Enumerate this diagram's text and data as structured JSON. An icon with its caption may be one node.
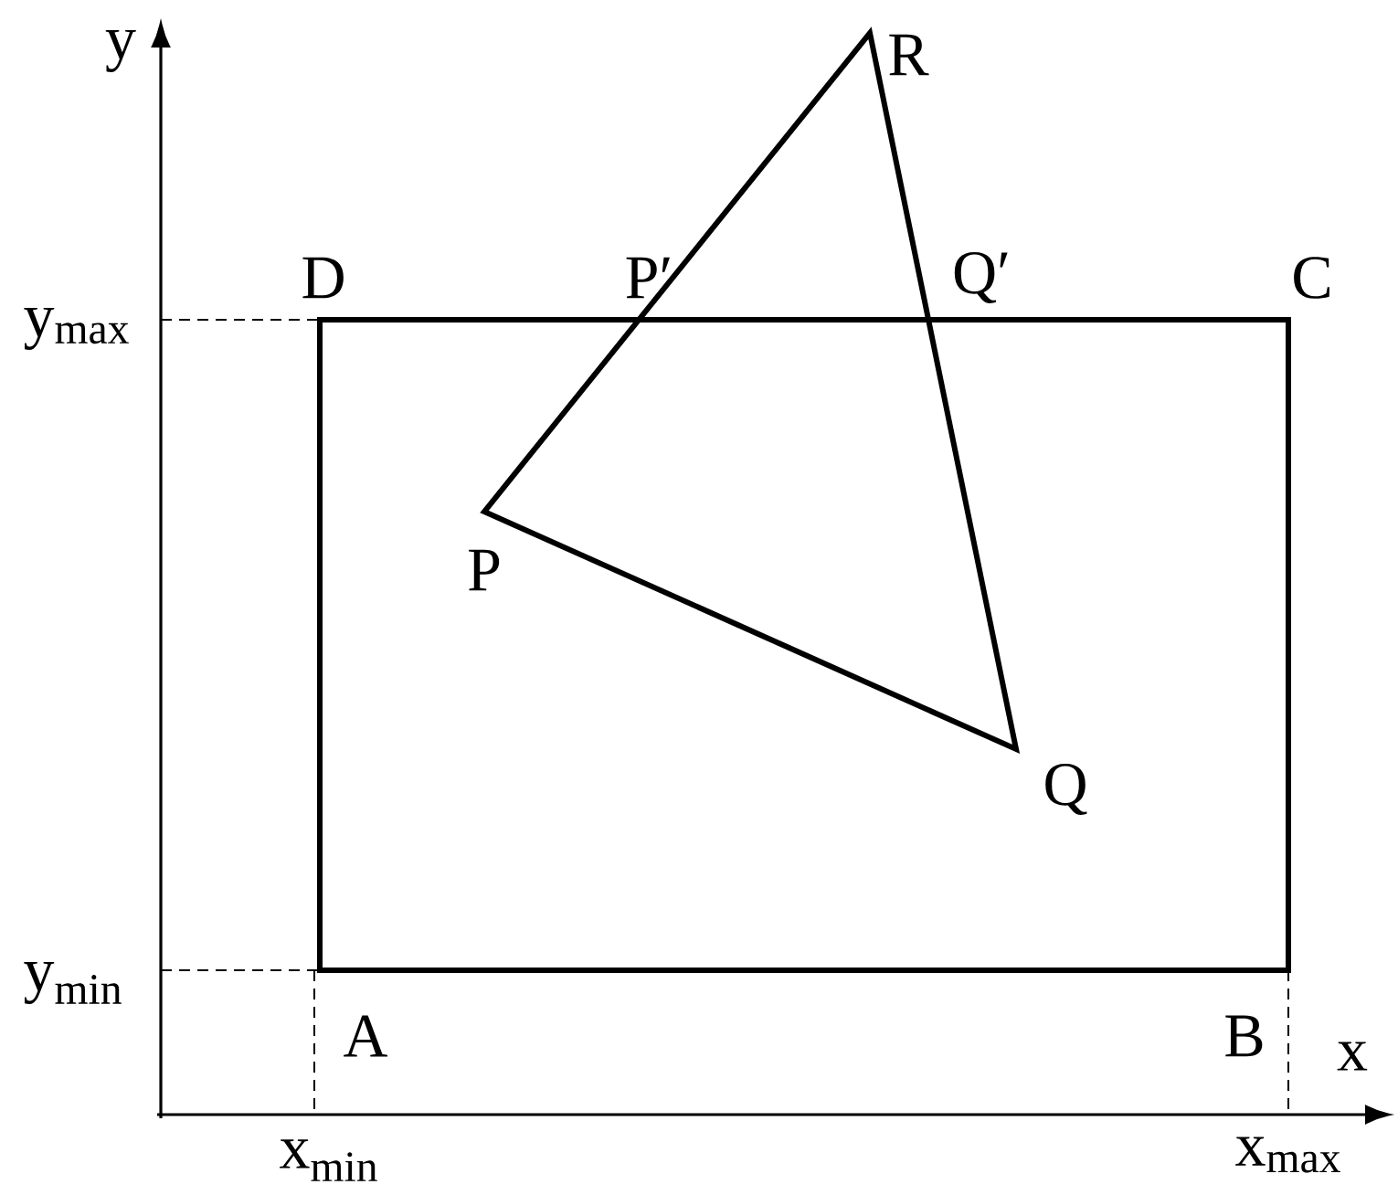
{
  "diagram": {
    "labels": [
      "y",
      "R",
      "D",
      "P′",
      "Q′",
      "C",
      "y$_{max}$",
      "P",
      "Q",
      "y$_{min}$",
      "A",
      "B",
      "x",
      "x$_{min}$",
      "x$_{max}$"
    ]
  }
}
